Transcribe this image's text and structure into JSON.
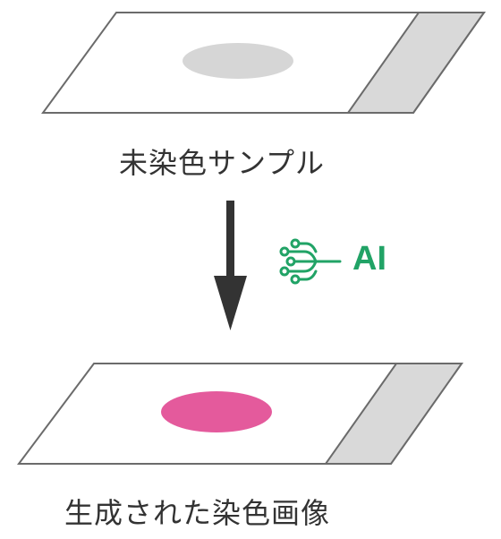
{
  "captions": {
    "unstained": "未染色サンプル",
    "generated": "生成された染色画像"
  },
  "ai": {
    "label": "AI",
    "icon": "circuit-icon"
  },
  "colors": {
    "slide_outline": "#6b6b6b",
    "slide_label_area": "#d9d9d9",
    "unstained_tissue": "#d6d6d6",
    "stained_tissue": "#e45a9c",
    "arrow": "#333333",
    "ai_accent": "#21a366",
    "caption_text": "#333333"
  }
}
